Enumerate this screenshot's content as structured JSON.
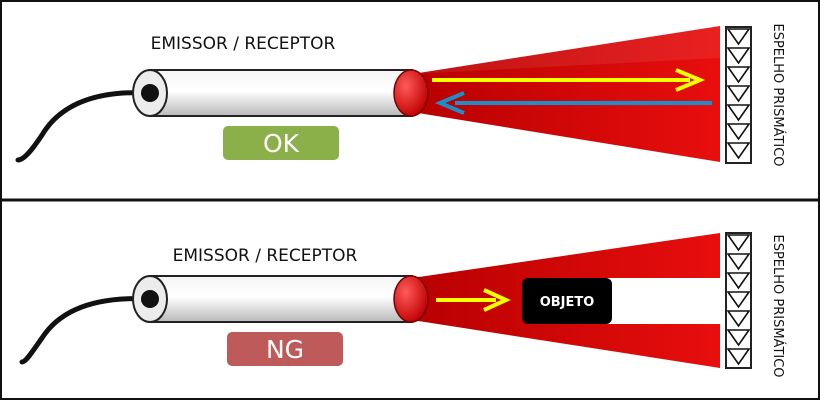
{
  "panels": {
    "top": {
      "device_label": "EMISSOR / RECEPTOR",
      "status_label": "OK",
      "status_color": "#8bb04a",
      "mirror_label": "ESPELHO PRISMÁTICO"
    },
    "bottom": {
      "device_label": "EMISSOR / RECEPTOR",
      "status_label": "NG",
      "status_color": "#bf5a5a",
      "object_label": "OBJETO",
      "mirror_label": "ESPELHO PRISMÁTICO"
    }
  },
  "colors": {
    "frame": "#111111",
    "beam": "#d40000",
    "lens": "#e00000",
    "emitted_arrow": "#ffff00",
    "reflected_arrow": "#1e8ec9",
    "object": "#000000"
  }
}
